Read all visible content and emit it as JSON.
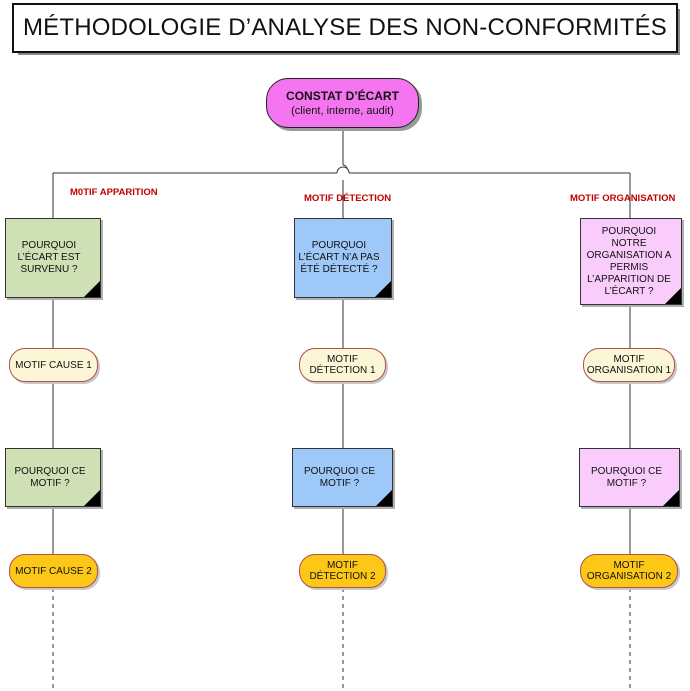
{
  "title": "MÉTHODOLOGIE D’ANALYSE DES NON-CONFORMITÉS",
  "root": {
    "line1": "CONSTAT D’ÉCART",
    "line2": "(client, interne, audit)"
  },
  "branches": [
    {
      "label": "M0TIF APPARITION",
      "question1": "POURQUOI L’ÉCART EST SURVENU ?",
      "motif1": "MOTIF CAUSE 1",
      "question2": "POURQUOI CE MOTIF ?",
      "motif2": "MOTIF CAUSE 2"
    },
    {
      "label": "MOTIF DÉTECTION",
      "question1": "POURQUOI L’ÉCART N’A PAS ÉTÉ DÉTECTÉ ?",
      "motif1": "MOTIF DÉTECTION 1",
      "question2": "POURQUOI CE MOTIF ?",
      "motif2": "MOTIF DÉTECTION 2"
    },
    {
      "label": "MOTIF ORGANISATION",
      "question1": "POURQUOI NOTRE ORGANISATION A PERMIS L’APPARITION DE L’ÉCART ?",
      "motif1": "MOTIF ORGANISATION 1",
      "question2": "POURQUOI CE MOTIF ?",
      "motif2": "MOTIF ORGANISATION 2"
    }
  ],
  "colors": {
    "root": "#f575f0",
    "label_red": "#c00000",
    "green": "#cfe0b4",
    "blue": "#9dc8f8",
    "pink": "#f9ccfb",
    "cream": "#fbf6d6",
    "gold": "#fcc716"
  }
}
